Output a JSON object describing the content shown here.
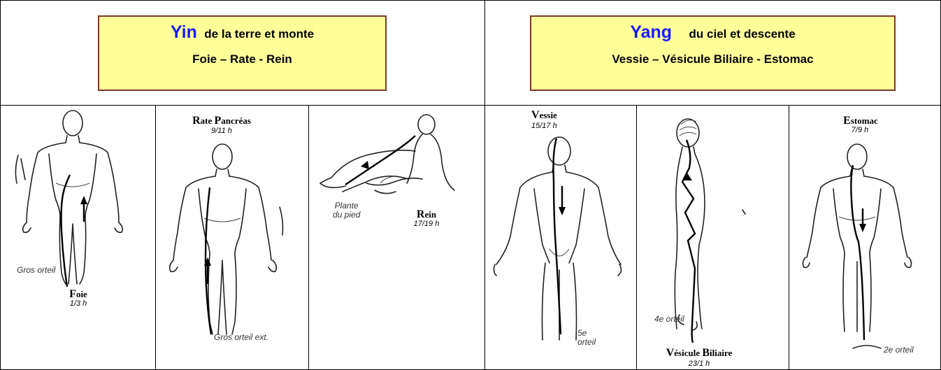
{
  "yin": {
    "keyword": "Yin",
    "subtitle": "de la terre et monte",
    "organs": "Foie – Rate - Rein"
  },
  "yang": {
    "keyword": "Yang",
    "subtitle": "du ciel et descente",
    "organs": "Vessie – Vésicule Biliaire - Estomac"
  },
  "figures": {
    "foie": {
      "initial": "F",
      "name_rest": "oie",
      "hours": "1/3 h",
      "note": "Gros orteil"
    },
    "rate": {
      "initial1": "R",
      "part1": "ate ",
      "initial2": "P",
      "part2": "ancréas",
      "hours": "9/11 h",
      "note": "Gros orteil ext."
    },
    "rein": {
      "initial": "R",
      "name_rest": "ein",
      "hours": "17/19 h",
      "note_line1": "Plante",
      "note_line2": "du pied"
    },
    "vessie": {
      "initial": "V",
      "name_rest": "essie",
      "hours": "15/17 h",
      "note_line1": "5e",
      "note_line2": "orteil"
    },
    "vesicule": {
      "initial1": "V",
      "part1": "ésicule ",
      "initial2": "B",
      "part2": "iliaire",
      "hours": "23/1 h",
      "note": "4e orteil"
    },
    "estomac": {
      "initial": "E",
      "name_rest": "stomac",
      "hours": "7/9 h",
      "note": "2e orteil"
    }
  },
  "colors": {
    "banner_bg": "#ffff99",
    "banner_border": "#7a3a2a",
    "keyword": "#1a1aff"
  }
}
